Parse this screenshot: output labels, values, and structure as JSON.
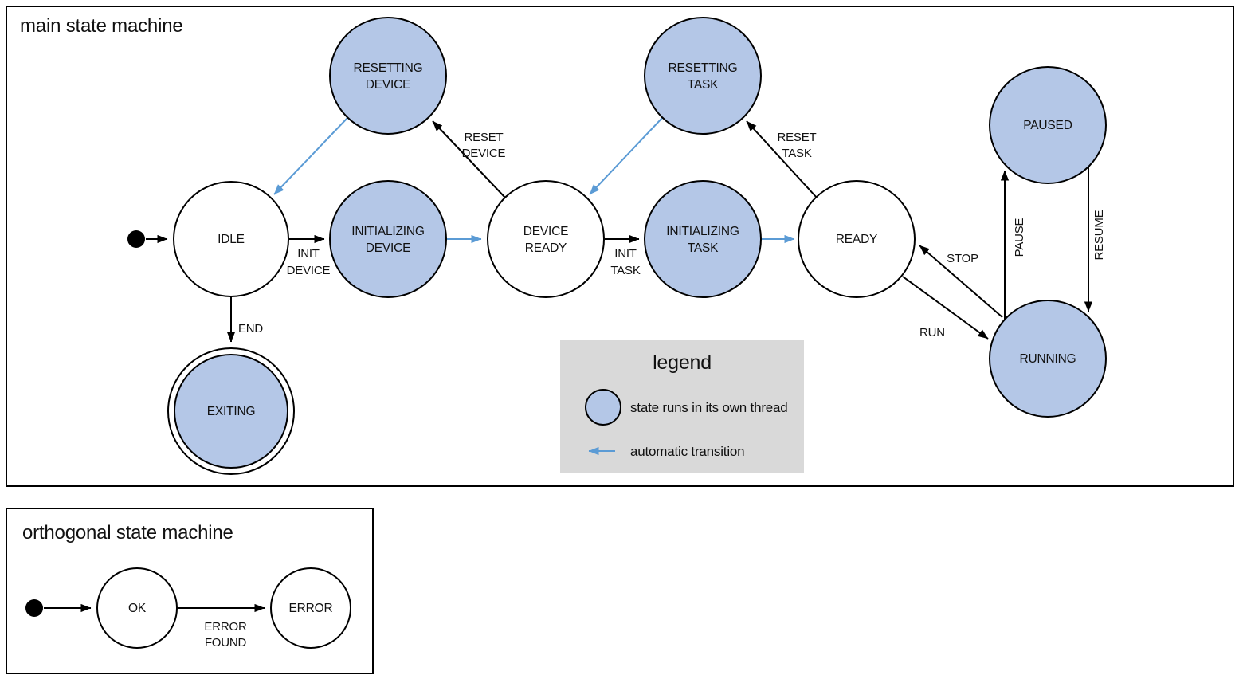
{
  "colors": {
    "state_thread_fill": "#b4c7e7",
    "auto_transition": "#5b9bd5",
    "legend_bg": "#d9d9d9",
    "outline": "#000000"
  },
  "main_machine": {
    "title": "main state machine",
    "states": {
      "idle": {
        "label": "IDLE"
      },
      "resetting_device": {
        "line1": "RESETTING",
        "line2": "DEVICE"
      },
      "initializing_device": {
        "line1": "INITIALIZING",
        "line2": "DEVICE"
      },
      "device_ready": {
        "line1": "DEVICE",
        "line2": "READY"
      },
      "resetting_task": {
        "line1": "RESETTING",
        "line2": "TASK"
      },
      "initializing_task": {
        "line1": "INITIALIZING",
        "line2": "TASK"
      },
      "ready": {
        "label": "READY"
      },
      "paused": {
        "label": "PAUSED"
      },
      "running": {
        "label": "RUNNING"
      },
      "exiting": {
        "label": "EXITING"
      }
    },
    "transitions": {
      "init_device": {
        "line1": "INIT",
        "line2": "DEVICE"
      },
      "reset_device": {
        "line1": "RESET",
        "line2": "DEVICE"
      },
      "init_task": {
        "line1": "INIT",
        "line2": "TASK"
      },
      "reset_task": {
        "line1": "RESET",
        "line2": "TASK"
      },
      "end": {
        "label": "END"
      },
      "run": {
        "label": "RUN"
      },
      "stop": {
        "label": "STOP"
      },
      "pause": {
        "label": "PAUSE"
      },
      "resume": {
        "label": "RESUME"
      }
    },
    "legend": {
      "title": "legend",
      "thread_item_label": "state runs in its own thread",
      "auto_item_label": "automatic transition"
    }
  },
  "orthogonal_machine": {
    "title": "orthogonal state machine",
    "states": {
      "ok": {
        "label": "OK"
      },
      "error": {
        "label": "ERROR"
      }
    },
    "transitions": {
      "error_found": {
        "line1": "ERROR",
        "line2": "FOUND"
      }
    }
  }
}
